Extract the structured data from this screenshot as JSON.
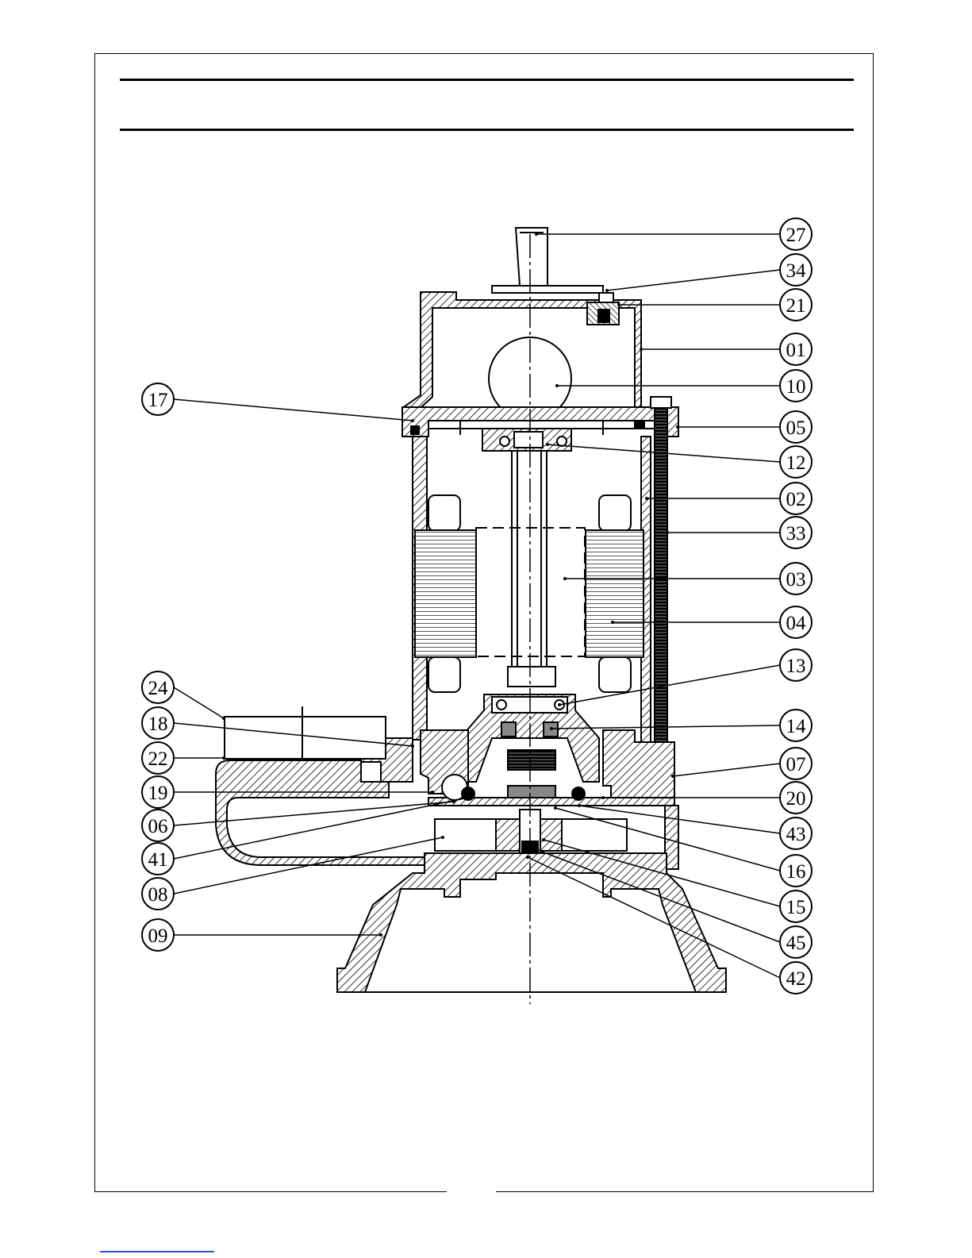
{
  "labels_left": [
    {
      "id": "17"
    },
    {
      "id": "24"
    },
    {
      "id": "18"
    },
    {
      "id": "22"
    },
    {
      "id": "19"
    },
    {
      "id": "06"
    },
    {
      "id": "41"
    },
    {
      "id": "08"
    },
    {
      "id": "09"
    }
  ],
  "labels_right": [
    {
      "id": "27"
    },
    {
      "id": "34"
    },
    {
      "id": "21"
    },
    {
      "id": "01"
    },
    {
      "id": "10"
    },
    {
      "id": "05"
    },
    {
      "id": "12"
    },
    {
      "id": "02"
    },
    {
      "id": "33"
    },
    {
      "id": "03"
    },
    {
      "id": "04"
    },
    {
      "id": "13"
    },
    {
      "id": "14"
    },
    {
      "id": "07"
    },
    {
      "id": "20"
    },
    {
      "id": "43"
    },
    {
      "id": "16"
    },
    {
      "id": "15"
    },
    {
      "id": "45"
    },
    {
      "id": "42"
    }
  ],
  "colors": {
    "line": "#000000",
    "hatch": "#000000",
    "link": "#3355cc"
  }
}
